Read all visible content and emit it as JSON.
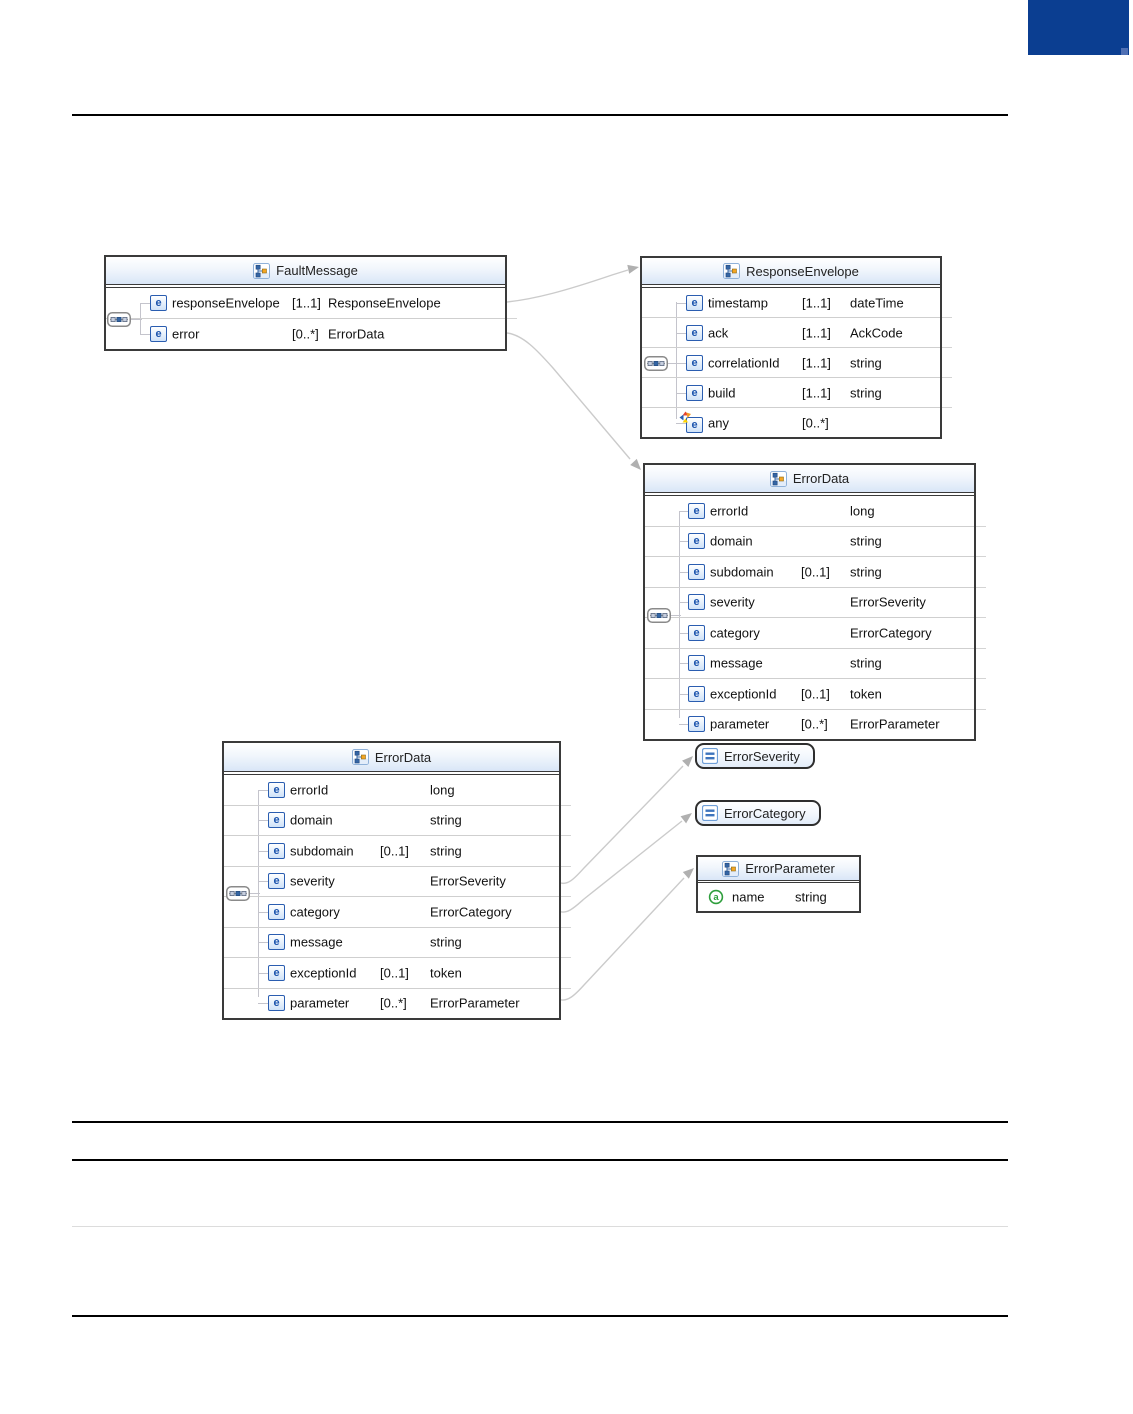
{
  "page": {
    "banner_color": "#0b3e91",
    "connector_color": "#cbcbcb",
    "box_border_color": "#3a3a3a",
    "title_gradient_bottom": "#d9e6f7"
  },
  "boxes": {
    "fault_message": {
      "title": "FaultMessage",
      "rows": [
        {
          "name": "responseEnvelope",
          "card": "[1..1]",
          "type": "ResponseEnvelope"
        },
        {
          "name": "error",
          "card": "[0..*]",
          "type": "ErrorData"
        }
      ]
    },
    "response_envelope": {
      "title": "ResponseEnvelope",
      "rows": [
        {
          "name": "timestamp",
          "card": "[1..1]",
          "type": "dateTime"
        },
        {
          "name": "ack",
          "card": "[1..1]",
          "type": "AckCode"
        },
        {
          "name": "correlationId",
          "card": "[1..1]",
          "type": "string"
        },
        {
          "name": "build",
          "card": "[1..1]",
          "type": "string"
        },
        {
          "name": "any",
          "card": "[0..*]",
          "type": ""
        }
      ]
    },
    "error_data_right": {
      "title": "ErrorData",
      "rows": [
        {
          "name": "errorId",
          "card": "",
          "type": "long"
        },
        {
          "name": "domain",
          "card": "",
          "type": "string"
        },
        {
          "name": "subdomain",
          "card": "[0..1]",
          "type": "string"
        },
        {
          "name": "severity",
          "card": "",
          "type": "ErrorSeverity"
        },
        {
          "name": "category",
          "card": "",
          "type": "ErrorCategory"
        },
        {
          "name": "message",
          "card": "",
          "type": "string"
        },
        {
          "name": "exceptionId",
          "card": "[0..1]",
          "type": "token"
        },
        {
          "name": "parameter",
          "card": "[0..*]",
          "type": "ErrorParameter"
        }
      ]
    },
    "error_data_left": {
      "title": "ErrorData",
      "rows": [
        {
          "name": "errorId",
          "card": "",
          "type": "long"
        },
        {
          "name": "domain",
          "card": "",
          "type": "string"
        },
        {
          "name": "subdomain",
          "card": "[0..1]",
          "type": "string"
        },
        {
          "name": "severity",
          "card": "",
          "type": "ErrorSeverity"
        },
        {
          "name": "category",
          "card": "",
          "type": "ErrorCategory"
        },
        {
          "name": "message",
          "card": "",
          "type": "string"
        },
        {
          "name": "exceptionId",
          "card": "[0..1]",
          "type": "token"
        },
        {
          "name": "parameter",
          "card": "[0..*]",
          "type": "ErrorParameter"
        }
      ]
    },
    "error_parameter": {
      "title": "ErrorParameter",
      "attrs": [
        {
          "name": "name",
          "type": "string"
        }
      ]
    }
  },
  "simple_types": {
    "severity": {
      "label": "ErrorSeverity"
    },
    "category": {
      "label": "ErrorCategory"
    }
  }
}
